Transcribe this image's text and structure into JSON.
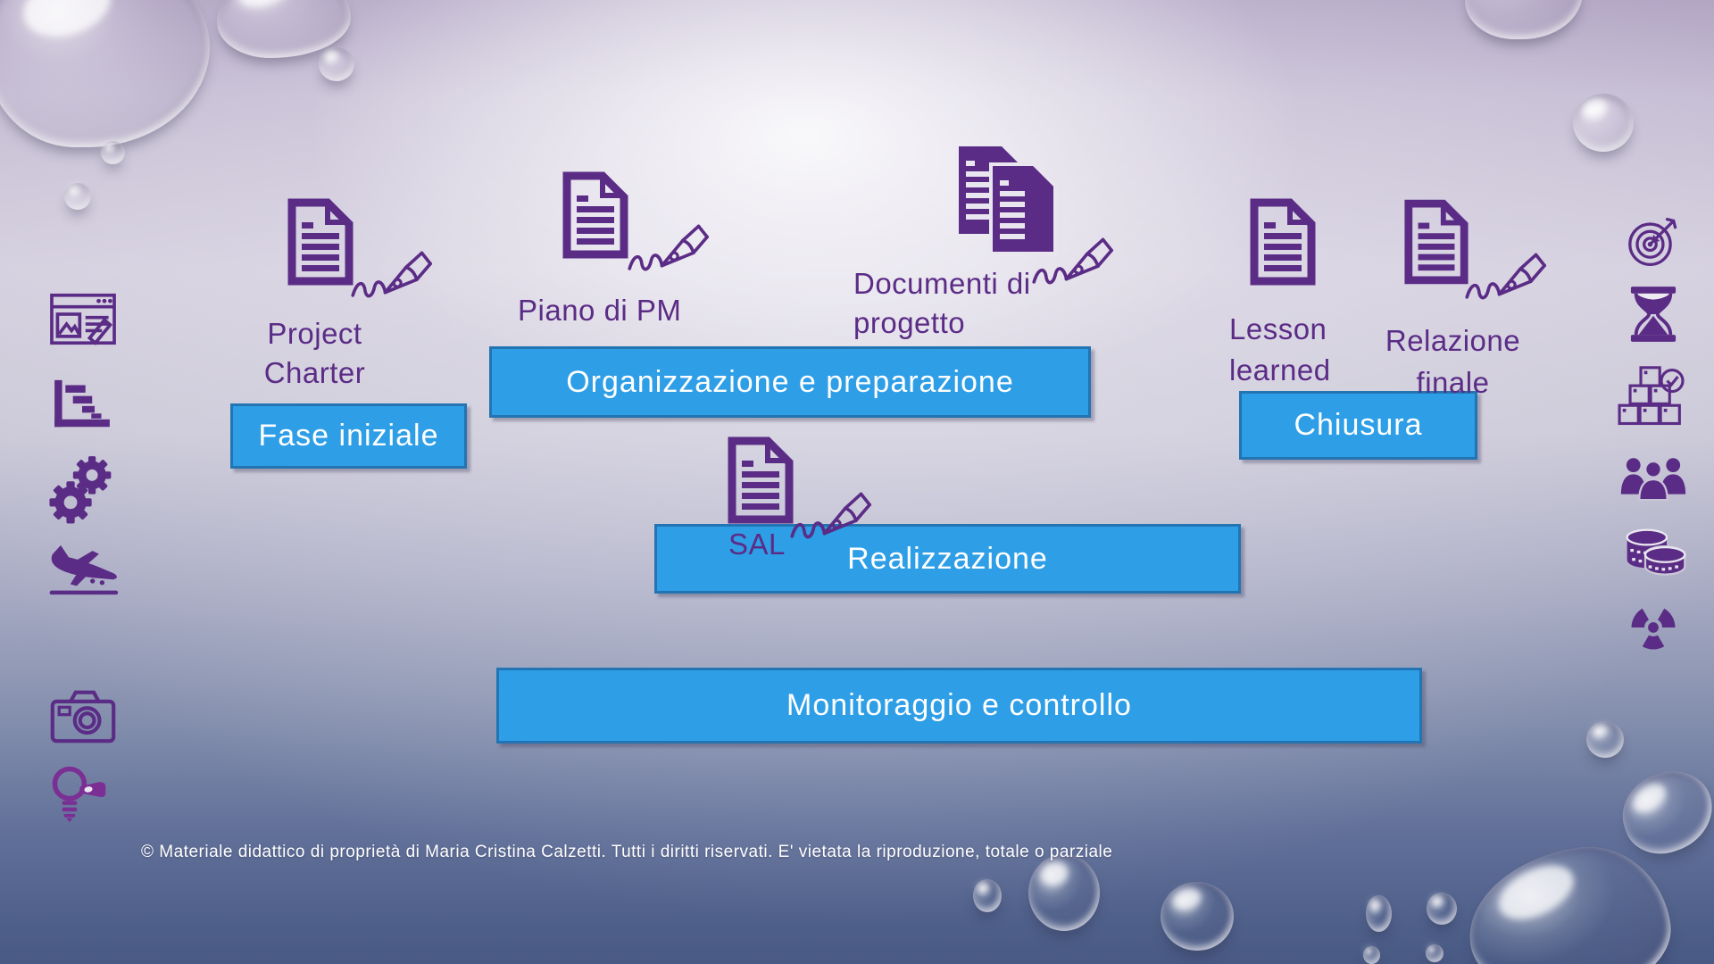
{
  "phases": {
    "initial": "Fase iniziale",
    "organization": "Organizzazione e preparazione",
    "execution": "Realizzazione",
    "closure": "Chiusura",
    "monitoring": "Monitoraggio e controllo"
  },
  "deliverables": {
    "project_charter": "Project Charter",
    "pm_plan": "Piano di PM",
    "project_documents": "Documenti di progetto",
    "sal": "SAL",
    "lesson_learned": "Lesson learned",
    "final_report": "Relazione finale"
  },
  "footer": {
    "copyright": "© Materiale didattico di proprietà di Maria Cristina Calzetti. Tutti i diritti riservati. E' vietata la riproduzione, totale o parziale"
  },
  "icons": {
    "left_column": [
      "browser-edit",
      "gantt-chart",
      "gears",
      "plane-landing",
      "camera",
      "lightbulb-tag"
    ],
    "right_column": [
      "target-arrow",
      "hourglass",
      "boxes-check",
      "team",
      "coins",
      "radiation"
    ],
    "document_icon": "signed-document"
  },
  "colors": {
    "phase_fill": "#2E9EE7",
    "phase_border": "#2274B2",
    "phase_text": "#FFFFFF",
    "purple": "#5B2C86",
    "background_top": "#B2A6C4",
    "background_bottom": "#485983"
  }
}
